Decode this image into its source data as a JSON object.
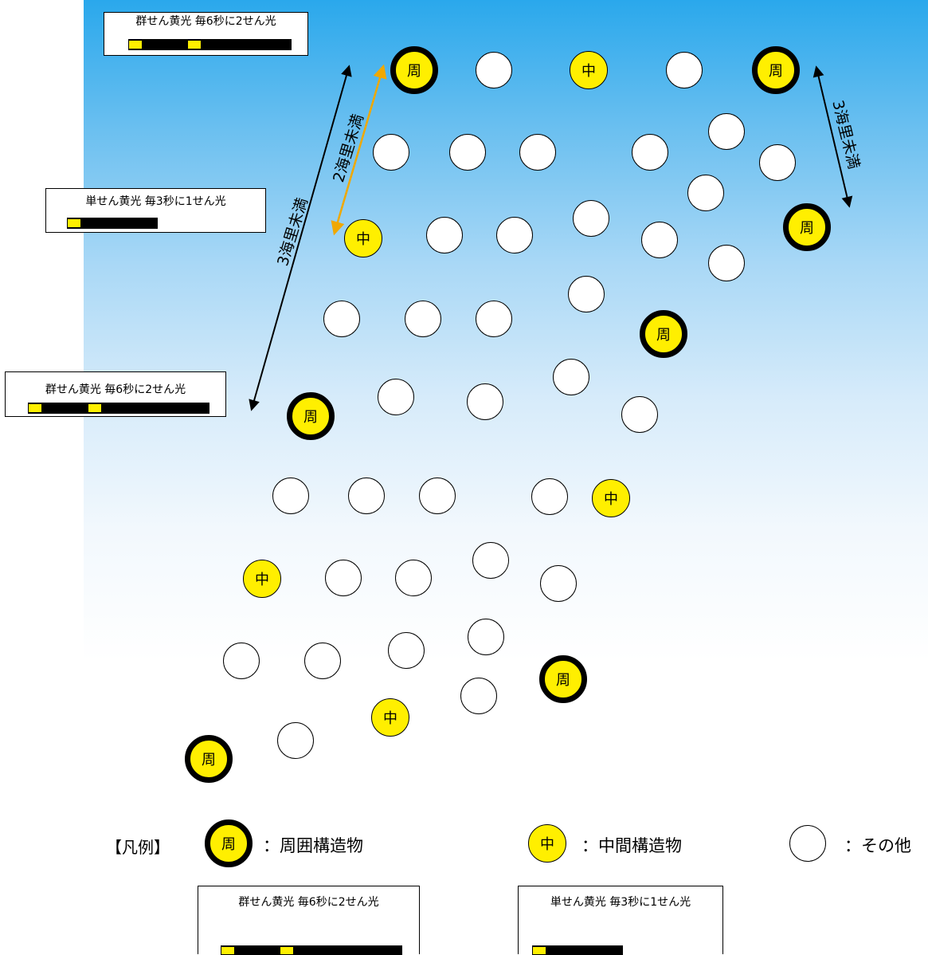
{
  "lights": {
    "group_label": "群せん黄光 毎6秒に2せん光",
    "single_label": "単せん黄光 毎3秒に1せん光"
  },
  "symbols": {
    "peripheral": "周",
    "middle": "中"
  },
  "dimensions": {
    "three_nm": "3海里未満",
    "two_nm": "2海里未満"
  },
  "legend": {
    "title": "【凡例】",
    "peripheral_label": "：周囲構造物",
    "middle_label": "：中間構造物",
    "other_label": "：その他"
  },
  "colors": {
    "sea_top": "#2aa8ec",
    "light_yellow": "#ffef00",
    "two_nm_arrow": "#f0a800"
  }
}
